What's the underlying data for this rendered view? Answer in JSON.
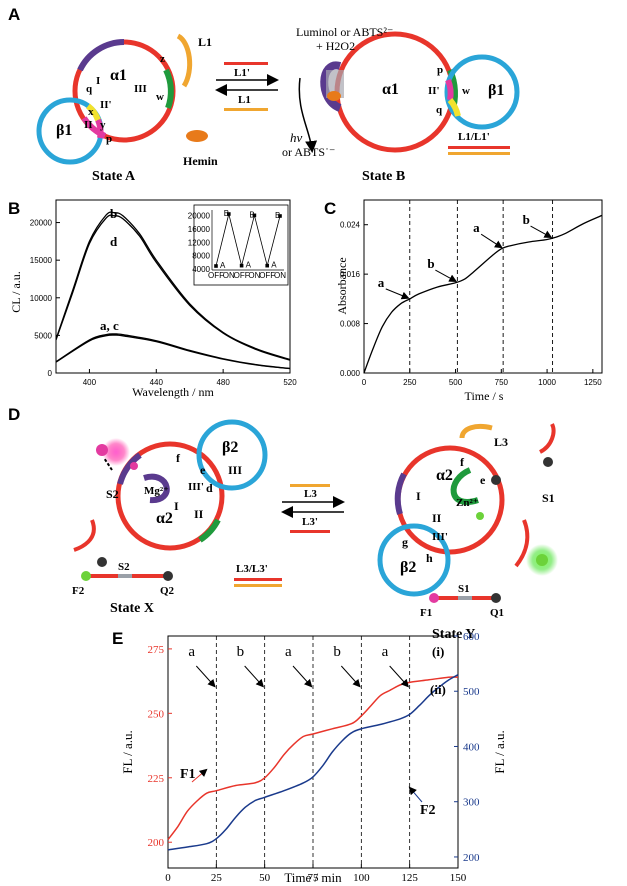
{
  "panels": {
    "a": "A",
    "b": "B",
    "c": "C",
    "d": "D",
    "e": "E"
  },
  "colors": {
    "red": "#e8352b",
    "blue": "#2aa5d8",
    "purple": "#5a3a8e",
    "green": "#1f9a3c",
    "pink": "#e33aa0",
    "yellow": "#f2e22c",
    "orange": "#f0a630",
    "navy": "#1a3a8c"
  },
  "panelA": {
    "reagents": "Luminol or ABTS²⁻",
    "reagents2": "+ H2O2",
    "forward": "L1'",
    "backward": "L1",
    "product1": "hv",
    "product2": "or ABTS˙⁻",
    "hemin": "Hemin",
    "duplex": "L1/L1'",
    "stateA": "State A",
    "stateB": "State B",
    "alpha": "α1",
    "beta": "β1",
    "linker": "L1",
    "segmentsA": [
      "q",
      "I",
      "II'",
      "III",
      "z",
      "w",
      "x",
      "II",
      "y",
      "p"
    ],
    "segmentsB": [
      "p",
      "II'",
      "q",
      "w"
    ]
  },
  "panelD": {
    "forward": "L3",
    "backward": "L3'",
    "duplex": "L3/L3'",
    "stateX": "State X",
    "stateY": "State Y",
    "alpha": "α2",
    "beta": "β2",
    "mg": "Mg²⁺",
    "zn": "Zn²⁺",
    "linker": "L3",
    "segX": [
      "f",
      "e",
      "III",
      "III'",
      "d",
      "II",
      "I"
    ],
    "segY": [
      "f",
      "e",
      "I",
      "II",
      "III'",
      "g",
      "h"
    ],
    "s2": "S2",
    "s1": "S1",
    "f2": "F2",
    "q2": "Q2",
    "f1": "F1",
    "q1": "Q1"
  },
  "chartB": {
    "ylabel": "CL / a.u.",
    "xlabel": "Wavelength / nm",
    "curve_labels": [
      "b",
      "d",
      "a, c"
    ],
    "yticks": [
      "0",
      "5000",
      "10000",
      "15000",
      "20000"
    ],
    "xticks": [
      "400",
      "440",
      "480",
      "520"
    ],
    "inset_yticks": [
      "4000",
      "8000",
      "12000",
      "16000",
      "20000"
    ],
    "inset_xticks": [
      "OFF",
      "ON",
      "OFF",
      "ON",
      "OFF",
      "ON"
    ],
    "inset_points": [
      "A",
      "B",
      "A",
      "B",
      "A",
      "B"
    ]
  },
  "chartC": {
    "ylabel": "Absorbance",
    "xlabel": "Time / s",
    "yticks": [
      "0.000",
      "0.008",
      "0.016",
      "0.024"
    ],
    "xticks": [
      "0",
      "250",
      "500",
      "750",
      "1000",
      "1250"
    ],
    "annotations": [
      "a",
      "b",
      "a",
      "b"
    ]
  },
  "chartE": {
    "ylabel_left": "FL / a.u.",
    "ylabel_right": "FL / a.u.",
    "xlabel": "Time / min",
    "yticks_left": [
      "200",
      "225",
      "250",
      "275"
    ],
    "yticks_right": [
      "200",
      "300",
      "400",
      "500",
      "600"
    ],
    "xticks": [
      "0",
      "25",
      "50",
      "75",
      "100",
      "125",
      "150"
    ],
    "annotations": [
      "a",
      "b",
      "a",
      "b",
      "a"
    ],
    "series_labels": [
      "F1",
      "F2",
      "(i)",
      "(ii)"
    ]
  },
  "chart_data": [
    {
      "type": "line",
      "title": "",
      "xlabel": "Wavelength / nm",
      "ylabel": "CL / a.u.",
      "xlim": [
        380,
        520
      ],
      "ylim": [
        0,
        23000
      ],
      "series": [
        {
          "name": "b",
          "x": [
            380,
            390,
            400,
            410,
            415,
            420,
            430,
            440,
            460,
            480,
            500,
            520
          ],
          "y": [
            4500,
            11000,
            17500,
            21000,
            21300,
            20900,
            18500,
            15000,
            9200,
            5400,
            3200,
            1800
          ]
        },
        {
          "name": "d",
          "x": [
            380,
            390,
            400,
            410,
            415,
            420,
            430,
            440,
            460,
            480,
            500,
            520
          ],
          "y": [
            4400,
            10700,
            17200,
            20600,
            20900,
            20500,
            18200,
            14700,
            9000,
            5300,
            3100,
            1700
          ]
        },
        {
          "name": "a, c",
          "x": [
            380,
            400,
            410,
            415,
            420,
            440,
            460,
            480,
            500,
            520
          ],
          "y": [
            1500,
            4400,
            5100,
            5200,
            5100,
            4300,
            3000,
            1900,
            1100,
            600
          ]
        }
      ]
    },
    {
      "type": "line",
      "title": "",
      "xlabel": "",
      "ylabel": "",
      "categories": [
        "OFF",
        "ON",
        "OFF",
        "ON",
        "OFF",
        "ON"
      ],
      "ylim": [
        4000,
        22000
      ],
      "series": [
        {
          "name": "",
          "values": [
            5200,
            20800,
            5300,
            20400,
            5300,
            20200
          ]
        }
      ]
    },
    {
      "type": "line",
      "title": "",
      "xlabel": "Time / s",
      "ylabel": "Absorbance",
      "xlim": [
        0,
        1300
      ],
      "ylim": [
        0,
        0.028
      ],
      "series": [
        {
          "name": "",
          "x": [
            0,
            50,
            100,
            150,
            200,
            250,
            300,
            400,
            500,
            550,
            600,
            700,
            750,
            800,
            900,
            1000,
            1050,
            1100,
            1200,
            1300
          ],
          "y": [
            0,
            0.004,
            0.0075,
            0.0098,
            0.0112,
            0.012,
            0.0128,
            0.0139,
            0.0146,
            0.0152,
            0.0164,
            0.019,
            0.0201,
            0.0206,
            0.0212,
            0.0216,
            0.022,
            0.0226,
            0.0242,
            0.0255
          ]
        }
      ],
      "annotations_x": [
        250,
        510,
        760,
        1030
      ]
    },
    {
      "type": "line",
      "title": "",
      "xlabel": "Time / min",
      "ylabel": "FL / a.u.",
      "xlim": [
        0,
        150
      ],
      "ylim_left": [
        190,
        280
      ],
      "ylim_right": [
        180,
        600
      ],
      "series": [
        {
          "name": "F1",
          "axis": "left",
          "x": [
            0,
            5,
            10,
            15,
            20,
            25,
            35,
            45,
            50,
            55,
            60,
            65,
            70,
            75,
            85,
            95,
            100,
            105,
            110,
            115,
            120,
            125,
            135,
            145,
            150
          ],
          "y": [
            201,
            206,
            212,
            216,
            219,
            220,
            222,
            223,
            225,
            229,
            234,
            238,
            241,
            242,
            244,
            246,
            249,
            253,
            257,
            259,
            261,
            262,
            263,
            264,
            264
          ]
        },
        {
          "name": "F2",
          "axis": "right",
          "x": [
            0,
            10,
            20,
            25,
            30,
            35,
            40,
            45,
            50,
            60,
            70,
            75,
            80,
            85,
            90,
            95,
            100,
            110,
            120,
            125,
            130,
            135,
            140,
            145,
            150
          ],
          "y": [
            213,
            218,
            224,
            233,
            250,
            272,
            290,
            302,
            308,
            320,
            334,
            345,
            365,
            390,
            410,
            425,
            432,
            440,
            450,
            458,
            474,
            492,
            507,
            520,
            530
          ]
        }
      ],
      "annotations_x": [
        25,
        50,
        75,
        100,
        125
      ]
    }
  ]
}
